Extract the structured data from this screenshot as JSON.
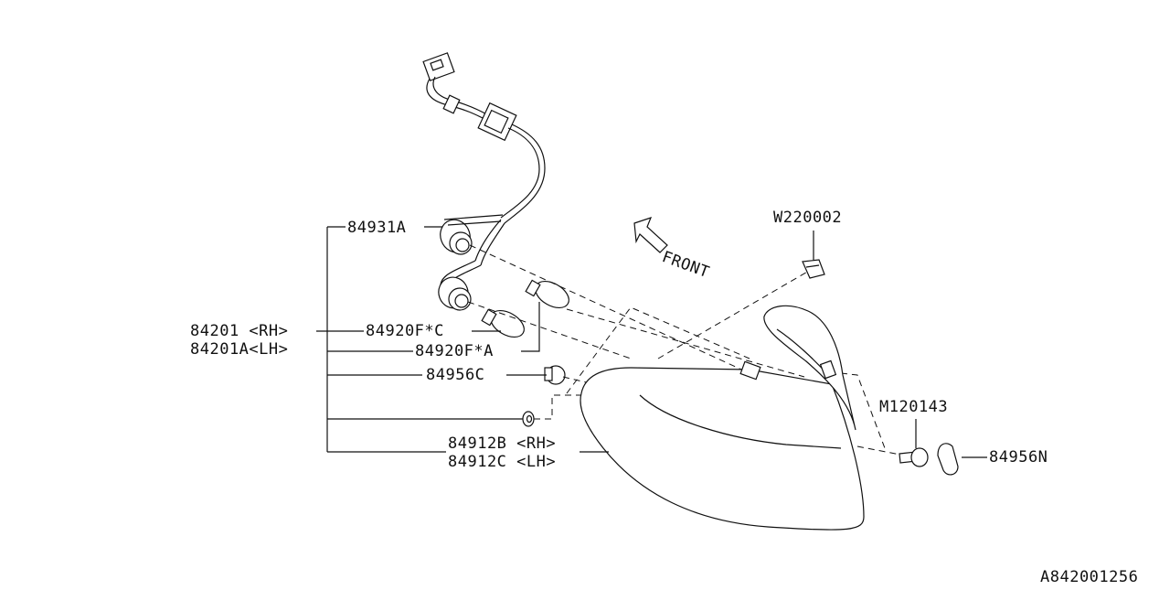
{
  "diagram_id": "A842001256",
  "front_label": "FRONT",
  "labels": {
    "housing_rh": "84201 <RH>",
    "housing_lh": "84201A<LH>",
    "socket_harness": "84931A",
    "bulb_c": "84920F*C",
    "bulb_a": "84920F*A",
    "bulb_small": "84956C",
    "lens_rh": "84912B <RH>",
    "lens_lh": "84912C <LH>",
    "clip": "W220002",
    "screw": "M120143",
    "cap": "84956N"
  }
}
